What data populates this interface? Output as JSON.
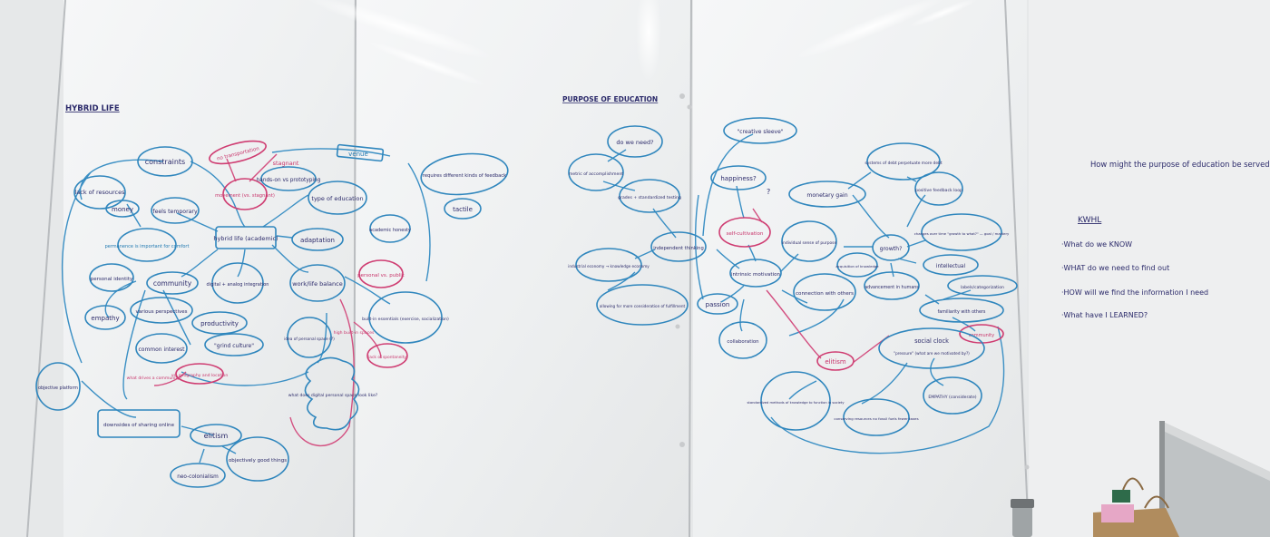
{
  "colors": {
    "wall": "#e9ebec",
    "board": "#f3f4f5",
    "blue_marker": "#1f78b0",
    "pink_marker": "#c8336a",
    "navy_marker": "#2b2a6a"
  },
  "left_board": {
    "title": "HYBRID LIFE",
    "nodes": {
      "constraints": "constraints",
      "lack_resources": "lack of resources",
      "money": "money",
      "feels_temporary": "feels temporary",
      "permanence": "permanence is important for comfort",
      "hybrid_life": "hybrid life (academic)",
      "adaptation": "adaptation",
      "movement": "movement (vs. stagnant)",
      "transportation": "no transportation",
      "stagnant": "stagnant",
      "hands_on": "hands-on vs prototyping",
      "type_education": "type of education",
      "venue": "venue",
      "requires_feedback": "requires different kinds of feedback",
      "tactile": "tactile",
      "academic_honesty": "academic honesty",
      "personal_identity": "personal identity",
      "community": "community",
      "digital_analog": "digital + analog integration",
      "work_life": "work/life balance",
      "personal_public": "personal vs. public",
      "built_in": "built-in essentials (exercise, socialization)",
      "empathy": "empathy",
      "perspectives": "various perspectives",
      "productivity": "productivity",
      "grind_culture": "\"grind culture\"",
      "common_interest": "common interest",
      "personal_space": "idea of personal space (?)",
      "built_spaces": "high built-in spaces",
      "spontaneity": "lack of spontaneity",
      "digital_space": "what does digital personal space look like?",
      "geography": "vs. geography and location",
      "drives_community": "what drives a community?",
      "objective_platform": "objective platform",
      "downsides": "downsides of sharing online",
      "elitism": "elitism",
      "objectively_good": "objectively good things",
      "neo_colonialism": "neo-colonialism"
    }
  },
  "center_board": {
    "title": "PURPOSE OF EDUCATION",
    "nodes": {
      "do_we_need": "do we need?",
      "metric": "metric of accomplishment",
      "grades": "grades + standardized testing",
      "industrial": "industrial economy → knowledge economy",
      "allowing": "allowing for more consideration of fulfillment",
      "independent": "independent thinking",
      "creative_sleeve": "\"creative sleeve\"",
      "happiness": "happiness?",
      "question_mark": "?",
      "self_cultivation": "self-cultivation",
      "intrinsic": "intrinsic motivation",
      "passion": "passion",
      "collaboration": "collaboration",
      "individual_purpose": "individual sense of purpose",
      "monetary_gain": "monetary gain",
      "systems_debt": "systems of debt perpetuate more debt",
      "feedback_loop": "positive feedback loop",
      "growth": "growth?",
      "changes_time": "changes over time \"growth to what?\" — goal / mastery",
      "intellectual": "intellectual",
      "acquisition": "acquisition of knowledge",
      "advancement": "advancement in humans",
      "labels": "labels/categorization",
      "connection": "connection with others",
      "familiarity": "familiarity with others",
      "community": "community",
      "elitism": "elitism",
      "social_clock": "social clock",
      "pressure": "\"pressure\" (what are we motivated by?)",
      "standardized": "standardized methods of knowledge to function in society",
      "conserving": "conserving resources no fossil fuels fewer taxes",
      "empathy": "EMPATHY (considerate)"
    }
  },
  "right_board": {
    "question": "How might the purpose of education be served by a cultural shift to hybrid",
    "kwhl_title": "KWHL",
    "kwhl_items": [
      "·What do we KNOW",
      "·WHAT do we need to find out",
      "·HOW will we find the information I need",
      "·What have I LEARNED?"
    ]
  }
}
